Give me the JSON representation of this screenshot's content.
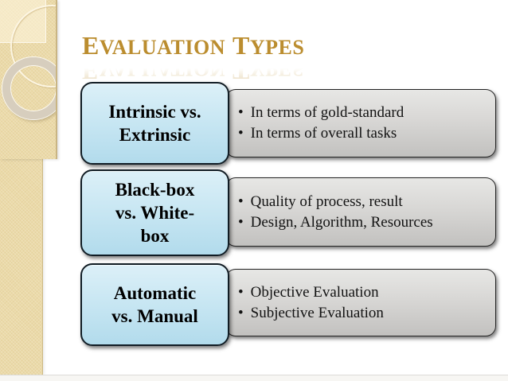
{
  "title": {
    "text": "EVALUATION TYPES",
    "words": [
      {
        "lead": "E",
        "rest": "VALUATION"
      },
      {
        "lead": "T",
        "rest": "YPES"
      }
    ]
  },
  "bullet_char": "•",
  "rows": [
    {
      "label": "Intrinsic vs. Extrinsic",
      "label_lines": [
        "Intrinsic vs.",
        "Extrinsic"
      ],
      "bullets": [
        "In terms of gold-standard",
        "In terms of overall tasks"
      ]
    },
    {
      "label": "Black-box vs. White-box",
      "label_lines": [
        "Black-box",
        "vs. White-",
        "box"
      ],
      "bullets": [
        "Quality of process, result",
        "Design, Algorithm, Resources"
      ]
    },
    {
      "label": "Automatic vs. Manual",
      "label_lines": [
        "Automatic",
        "vs. Manual"
      ],
      "bullets": [
        "Objective Evaluation",
        "Subjective Evaluation"
      ]
    }
  ],
  "colors": {
    "title_gold": "#bb8d2f",
    "label_box_blue_top": "#dcf0f8",
    "label_box_blue_bottom": "#b2dbec",
    "bullet_box_gray_top": "#e7e7e5",
    "bullet_box_gray_bottom": "#c2c1bf",
    "sidebar_tan": "#ebdaa9",
    "text_black": "#000000"
  }
}
